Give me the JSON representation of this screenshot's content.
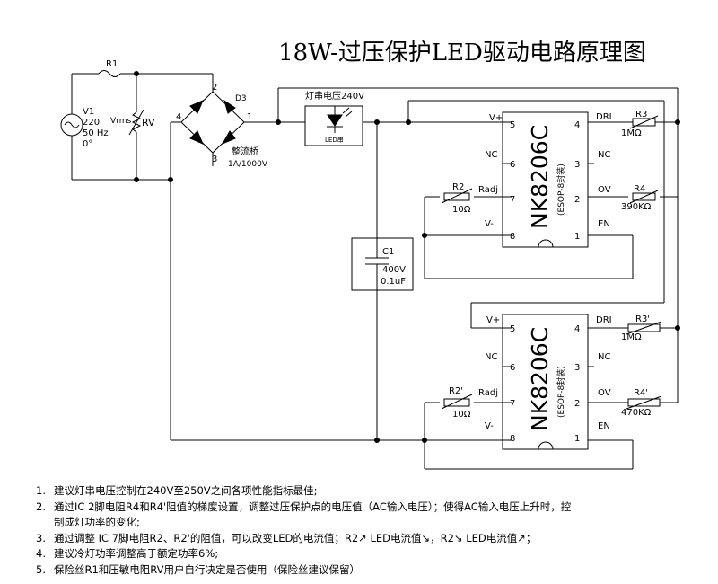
{
  "title": "18W-过压保护LED驱动电路原理图",
  "source": {
    "name": "V1",
    "voltage": "220",
    "freq": "50 Hz",
    "phase": "0°",
    "vrms": "Vrms"
  },
  "fuse": "R1",
  "varistor": "RV",
  "bridge": {
    "ref": "D3",
    "name": "整流桥",
    "rating": "1A/1000V",
    "pins": [
      "1",
      "2",
      "3",
      "4"
    ]
  },
  "led": {
    "label_top": "灯串电压240V",
    "name": "LED串"
  },
  "cap": {
    "ref": "C1",
    "voltage": "400V",
    "value": "0.1uF"
  },
  "ic1": {
    "part": "NK8206C",
    "pkg": "(ESOP-8封装)",
    "left_pins": [
      {
        "num": "5",
        "name": "V+"
      },
      {
        "num": "6",
        "name": "NC"
      },
      {
        "num": "7",
        "name": "Radj"
      },
      {
        "num": "8",
        "name": "V-"
      }
    ],
    "right_pins": [
      {
        "num": "4",
        "name": "DRI"
      },
      {
        "num": "3",
        "name": "NC"
      },
      {
        "num": "2",
        "name": "OV"
      },
      {
        "num": "1",
        "name": "EN"
      }
    ],
    "r_sense": {
      "ref": "R3",
      "value": "1MΩ"
    },
    "r_ov": {
      "ref": "R4",
      "value": "390KΩ"
    },
    "r_adj": {
      "ref": "R2",
      "value": "10Ω"
    }
  },
  "ic2": {
    "part": "NK8206C",
    "pkg": "(ESOP-8封装)",
    "left_pins": [
      {
        "num": "5",
        "name": "V+"
      },
      {
        "num": "6",
        "name": "NC"
      },
      {
        "num": "7",
        "name": "Radj"
      },
      {
        "num": "8",
        "name": "V-"
      }
    ],
    "right_pins": [
      {
        "num": "4",
        "name": "DRI"
      },
      {
        "num": "3",
        "name": "NC"
      },
      {
        "num": "2",
        "name": "OV"
      },
      {
        "num": "1",
        "name": "EN"
      }
    ],
    "r_sense": {
      "ref": "R3'",
      "value": "1MΩ"
    },
    "r_ov": {
      "ref": "R4'",
      "value": "470KΩ"
    },
    "r_adj": {
      "ref": "R2'",
      "value": "10Ω"
    }
  },
  "notes": [
    "建议灯串电压控制在240V至250V之间各项性能指标最佳;",
    "通过IC 2脚电阻R4和R4'阻值的梯度设置，调整过压保护点的电压值（AC输入电压）；使得AC输入电压上升时，控",
    "通过调整 IC 7脚电阻R2、R2'的阻值，可以改变LED的电流值；R2↗ LED电流值↘，R2↘ LED电流值↗；",
    "建议冷灯功率调整高于额定功率6%;",
    "保险丝R1和压敏电阻RV用户自行决定是否使用（保险丝建议保留）"
  ],
  "note2_cont": "制成灯功率的变化;",
  "note_nums": [
    "1.",
    "2.",
    "3.",
    "4.",
    "5."
  ]
}
